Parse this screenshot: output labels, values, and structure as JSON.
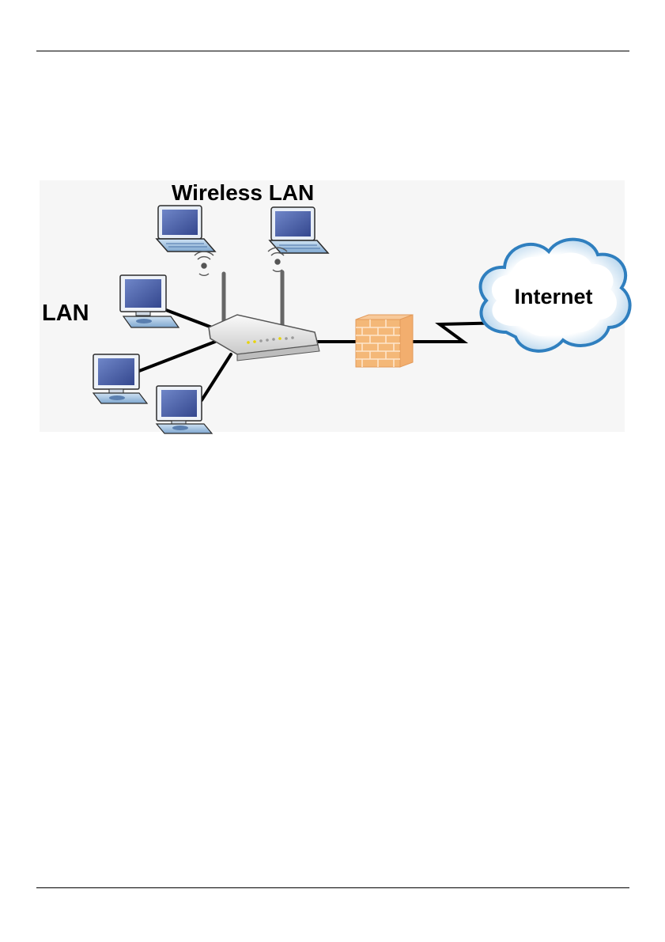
{
  "diagram": {
    "labels": {
      "wireless_lan": "Wireless LAN",
      "lan": "LAN",
      "internet": "Internet"
    },
    "colors": {
      "screen": "#4a5fa5",
      "laptop_screen": "#3d52a0",
      "laptop_base": "#8fb4d8",
      "device_outline": "#2b2b2b",
      "firewall_brick": "#f4b878",
      "firewall_mortar": "#e39a5a",
      "cloud_fill": "#ffffff",
      "cloud_edge": "#2f7fbf",
      "cloud_halo": "#a9cde8",
      "cable": "#000000",
      "background_panel": "#f5f5f5"
    }
  }
}
